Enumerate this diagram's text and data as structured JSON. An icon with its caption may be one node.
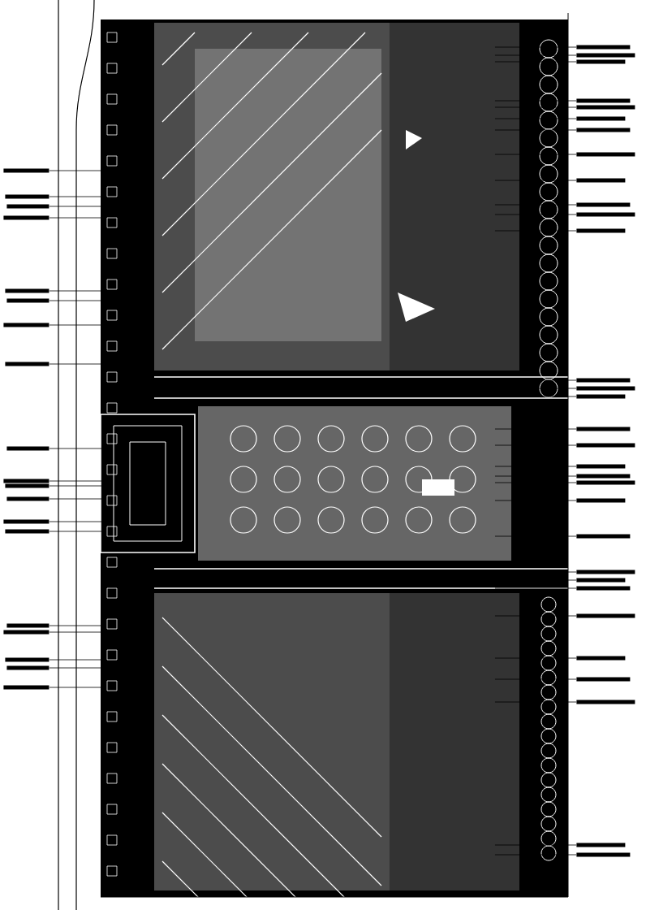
{
  "diagram": {
    "nodes": [
      {
        "text": [],
        "shape": "bar"
      },
      {
        "text": [],
        "shape": "bar"
      },
      {
        "text": [],
        "shape": "bar"
      },
      {
        "text": [],
        "shape": "bar"
      },
      {
        "text": [],
        "shape": "bar"
      },
      {
        "text": [],
        "shape": "bar"
      },
      {
        "text": [],
        "shape": "bar"
      },
      {
        "text": [],
        "shape": "bar"
      },
      {
        "text": [],
        "shape": "bar"
      },
      {
        "text": [],
        "shape": "bar"
      },
      {
        "text": [],
        "shape": "bar"
      },
      {
        "text": [],
        "shape": "bar"
      },
      {
        "text": [],
        "shape": "bar"
      },
      {
        "text": [],
        "shape": "bar"
      },
      {
        "text": [],
        "shape": "bar"
      },
      {
        "text": [],
        "shape": "bar"
      },
      {
        "text": [],
        "shape": "bar"
      },
      {
        "text": [],
        "shape": "bar"
      },
      {
        "text": [],
        "shape": "bar"
      },
      {
        "text": [],
        "shape": "bar"
      },
      {
        "text": [],
        "shape": "bar"
      },
      {
        "text": [],
        "shape": "bar"
      },
      {
        "text": [],
        "shape": "bar"
      },
      {
        "text": [],
        "shape": "bar"
      },
      {
        "text": [],
        "shape": "bar"
      },
      {
        "text": [],
        "shape": "bar"
      },
      {
        "text": [],
        "shape": "bar"
      },
      {
        "text": [],
        "shape": "bar"
      },
      {
        "text": [],
        "shape": "bar"
      },
      {
        "text": [],
        "shape": "bar"
      },
      {
        "text": [],
        "shape": "bar"
      },
      {
        "text": [],
        "shape": "bar"
      },
      {
        "text": [],
        "shape": "bar"
      },
      {
        "text": [],
        "shape": "bar"
      },
      {
        "text": [],
        "shape": "bar"
      },
      {
        "text": [],
        "shape": "bar"
      },
      {
        "text": [],
        "shape": "bar"
      },
      {
        "text": [],
        "shape": "bar"
      },
      {
        "text": [],
        "shape": "bar"
      },
      {
        "text": [],
        "shape": "bar"
      },
      {
        "text": [],
        "shape": "bar"
      },
      {
        "text": [],
        "shape": "bar"
      },
      {
        "text": [],
        "shape": "bar"
      },
      {
        "text": [],
        "shape": "bar"
      },
      {
        "text": [],
        "shape": "bar"
      },
      {
        "text": [],
        "shape": "bar"
      },
      {
        "text": [],
        "shape": "bar"
      },
      {
        "text": [],
        "shape": "bar"
      },
      {
        "text": [],
        "shape": "bar"
      },
      {
        "text": [],
        "shape": "bar"
      }
    ],
    "edges": [
      {
        "from": 0,
        "to": null,
        "arrow": "none"
      },
      {
        "from": 1,
        "to": null,
        "arrow": "none"
      },
      {
        "from": 2,
        "to": null,
        "arrow": "none"
      },
      {
        "from": 3,
        "to": null,
        "arrow": "none"
      },
      {
        "from": 4,
        "to": null,
        "arrow": "none"
      },
      {
        "from": 5,
        "to": null,
        "arrow": "none"
      },
      {
        "from": 6,
        "to": null,
        "arrow": "none"
      },
      {
        "from": 7,
        "to": null,
        "arrow": "none"
      },
      {
        "from": 8,
        "to": null,
        "arrow": "none"
      },
      {
        "from": 9,
        "to": null,
        "arrow": "none"
      },
      {
        "from": 10,
        "to": null,
        "arrow": "none"
      },
      {
        "from": 11,
        "to": null,
        "arrow": "none"
      },
      {
        "from": 12,
        "to": null,
        "arrow": "none"
      },
      {
        "from": 13,
        "to": null,
        "arrow": "none"
      },
      {
        "from": 14,
        "to": null,
        "arrow": "none"
      },
      {
        "from": 15,
        "to": null,
        "arrow": "none"
      },
      {
        "from": 16,
        "to": null,
        "arrow": "none"
      },
      {
        "from": 17,
        "to": null,
        "arrow": "none"
      },
      {
        "from": 18,
        "to": null,
        "arrow": "none"
      },
      {
        "from": 19,
        "to": null,
        "arrow": "none"
      },
      {
        "from": 20,
        "to": null,
        "arrow": "none"
      },
      {
        "from": 21,
        "to": null,
        "arrow": "none"
      },
      {
        "from": 22,
        "to": null,
        "arrow": "none"
      },
      {
        "from": 23,
        "to": null,
        "arrow": "none"
      },
      {
        "from": 24,
        "to": null,
        "arrow": "none"
      },
      {
        "from": 25,
        "to": null,
        "arrow": "none"
      },
      {
        "from": 26,
        "to": null,
        "arrow": "none"
      },
      {
        "from": 27,
        "to": null,
        "arrow": "none"
      },
      {
        "from": 28,
        "to": null,
        "arrow": "none"
      },
      {
        "from": 29,
        "to": null,
        "arrow": "none"
      },
      {
        "from": 30,
        "to": null,
        "arrow": "none"
      },
      {
        "from": 31,
        "to": null,
        "arrow": "none"
      },
      {
        "from": 32,
        "to": null,
        "arrow": "none"
      },
      {
        "from": 33,
        "to": null,
        "arrow": "none"
      },
      {
        "from": 34,
        "to": null,
        "arrow": "none"
      },
      {
        "from": 35,
        "to": null,
        "arrow": "none"
      },
      {
        "from": 36,
        "to": null,
        "arrow": "none"
      },
      {
        "from": 37,
        "to": null,
        "arrow": "none"
      },
      {
        "from": 38,
        "to": null,
        "arrow": "none"
      },
      {
        "from": 39,
        "to": null,
        "arrow": "none"
      },
      {
        "from": 40,
        "to": null,
        "arrow": "none"
      },
      {
        "from": 41,
        "to": null,
        "arrow": "none"
      },
      {
        "from": 42,
        "to": null,
        "arrow": "none"
      },
      {
        "from": 43,
        "to": null,
        "arrow": "none"
      },
      {
        "from": 44,
        "to": null,
        "arrow": "none"
      },
      {
        "from": 45,
        "to": null,
        "arrow": "none"
      },
      {
        "from": 46,
        "to": null,
        "arrow": "none"
      },
      {
        "from": 47,
        "to": null,
        "arrow": "none"
      },
      {
        "from": 48,
        "to": null,
        "arrow": "none"
      },
      {
        "from": 49,
        "to": null,
        "arrow": "none"
      }
    ]
  }
}
